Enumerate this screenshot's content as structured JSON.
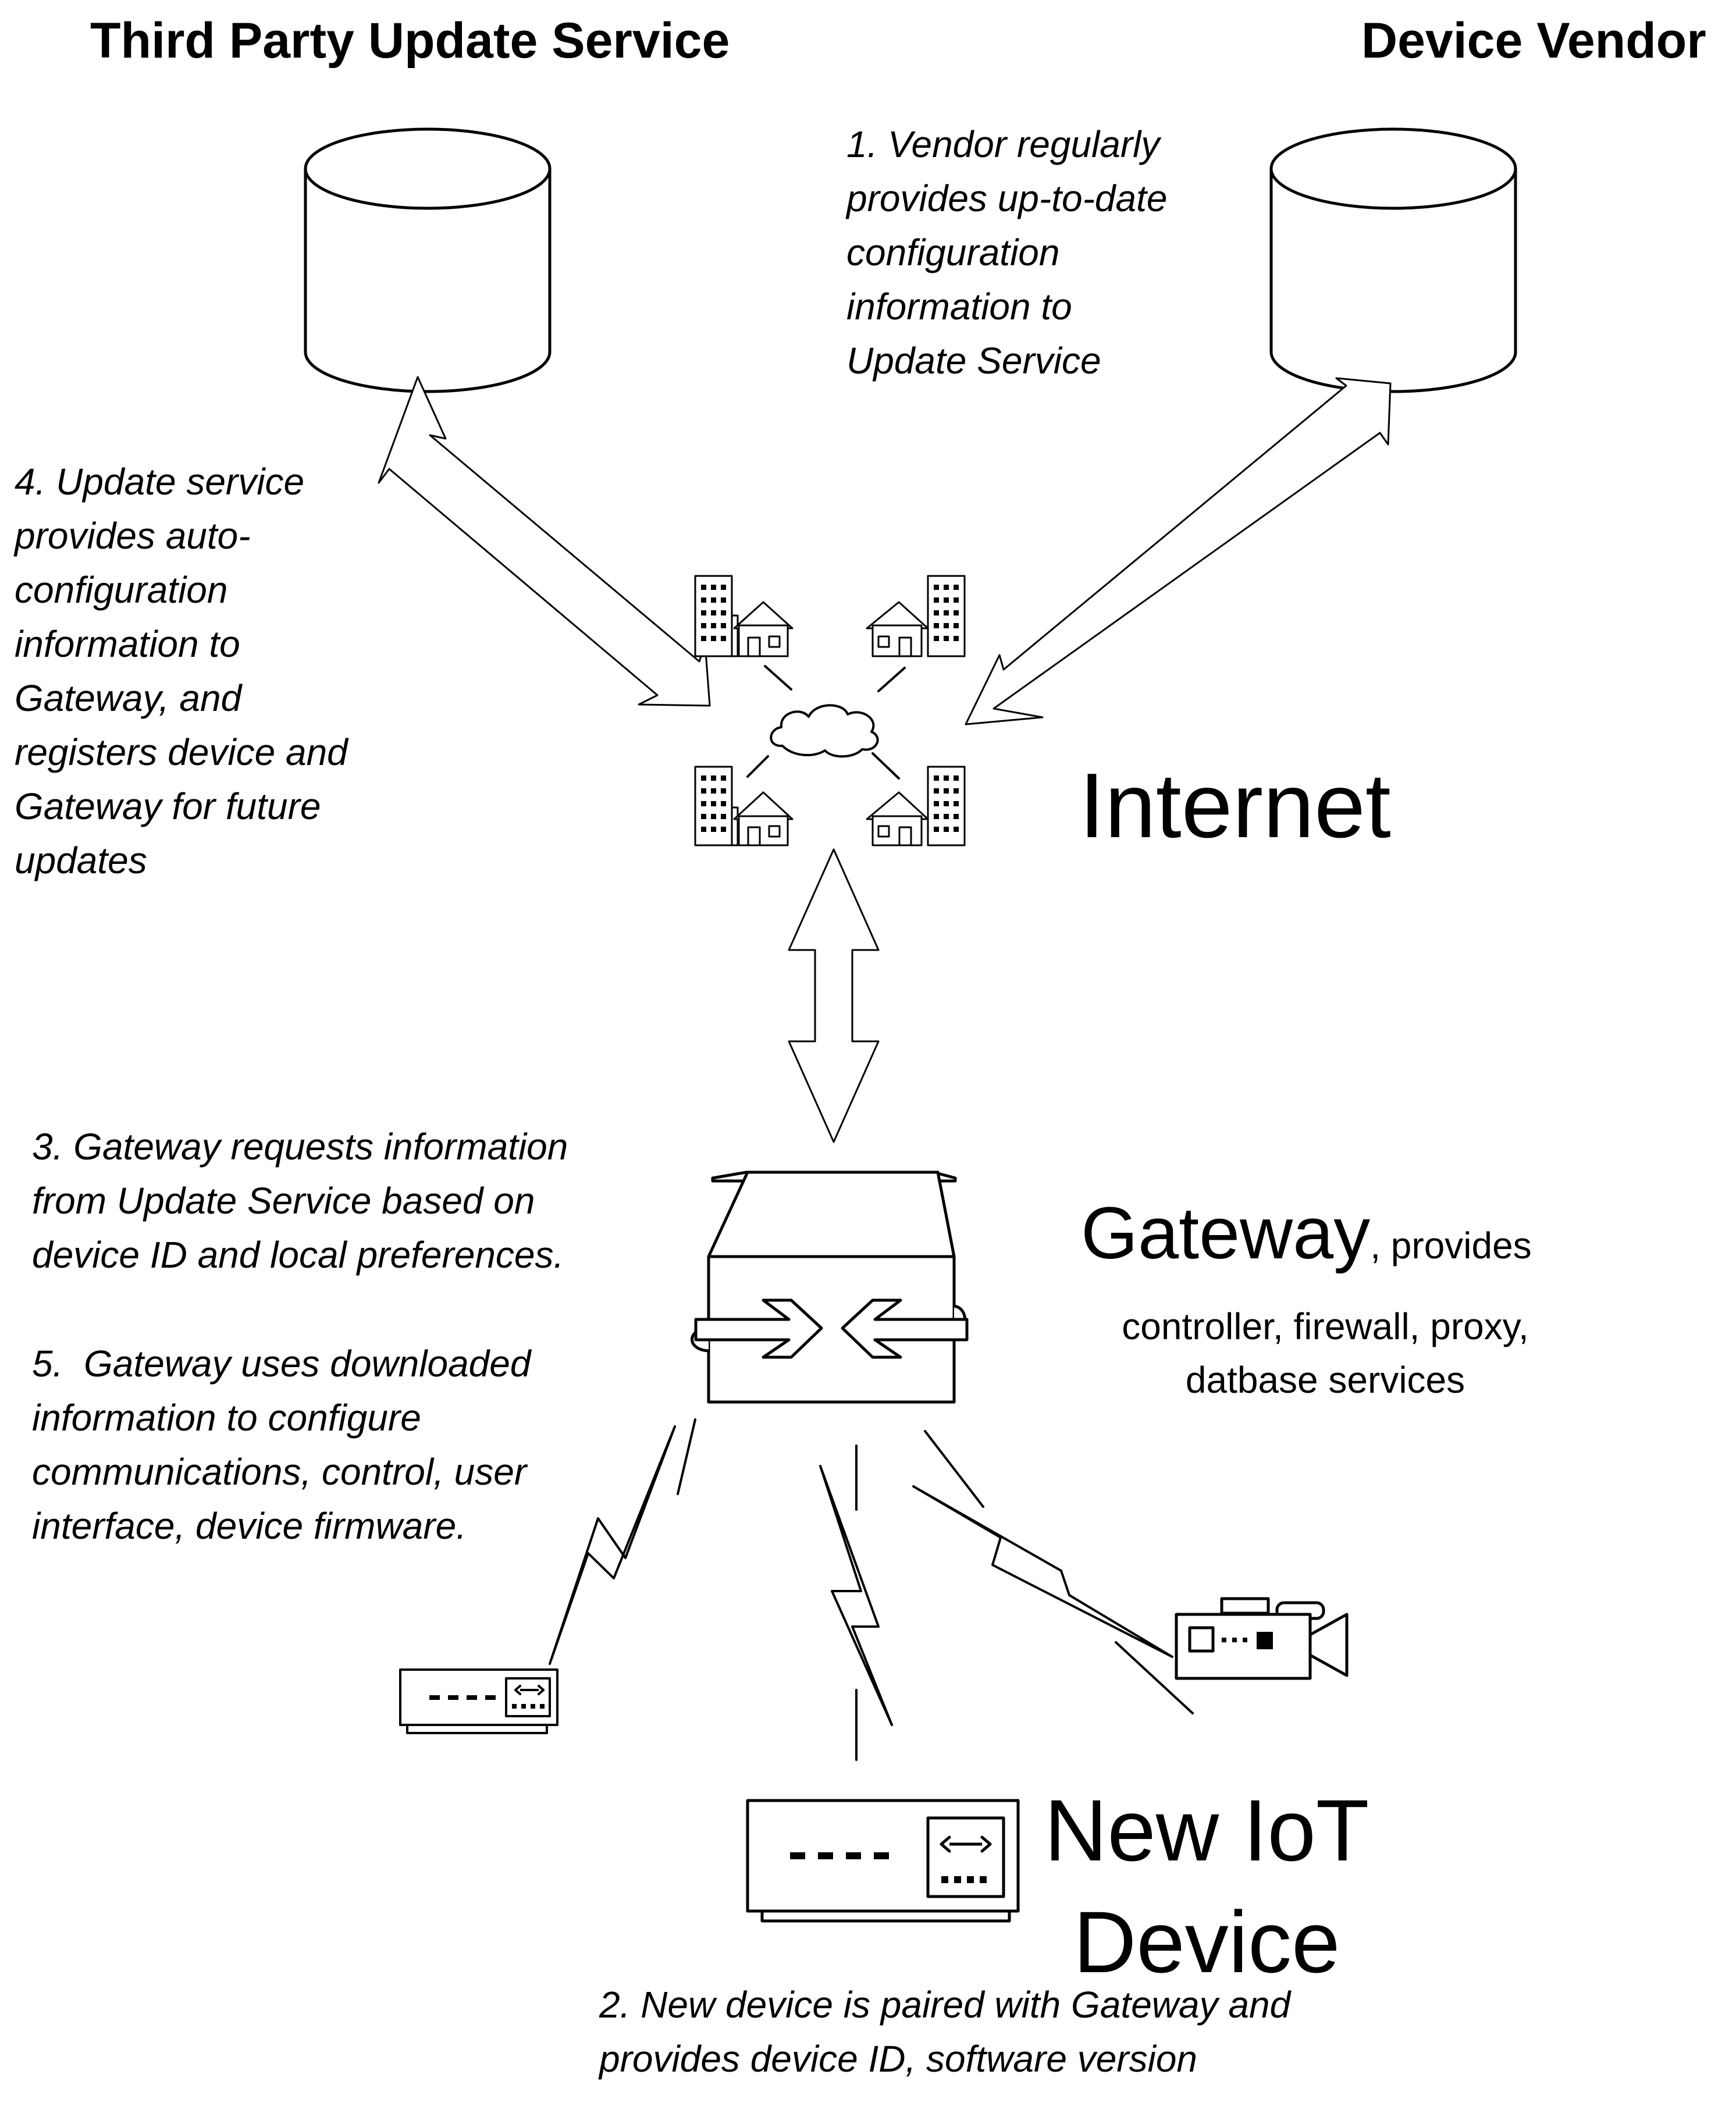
{
  "labels": {
    "third_party_title": "Third Party Update Service",
    "device_vendor_title": "Device Vendor",
    "internet": "Internet",
    "gateway": "Gateway",
    "gateway_suffix": ", provides",
    "gateway_services": "controller, firewall, proxy,\ndatbase services",
    "new_iot_device": "New IoT\nDevice"
  },
  "steps": {
    "step1": "1. Vendor regularly\nprovides up-to-date\nconfiguration\ninformation to\nUpdate Service",
    "step2": "2. New device is paired with Gateway and\nprovides device ID, software version",
    "step3": "3. Gateway requests information\nfrom Update Service based on\ndevice ID and local preferences.",
    "step4": "4. Update service\nprovides auto-\nconfiguration\ninformation to\nGateway, and\nregisters device and\nGateway for future\nupdates",
    "step5": "5.  Gateway uses downloaded\ninformation to configure\ncommunications, control, user\ninterface, device firmware."
  },
  "icons": {
    "left_database": "database-cylinder",
    "right_database": "database-cylinder",
    "internet": "buildings-houses-cloud-network",
    "gateway": "gateway-box",
    "devices": [
      "router-box",
      "new-device-box",
      "video-camera"
    ]
  }
}
